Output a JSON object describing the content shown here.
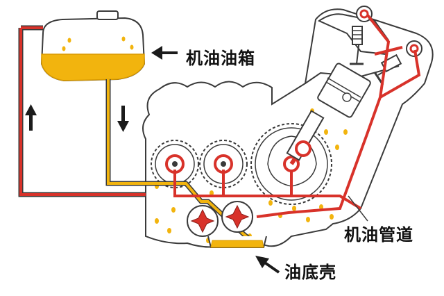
{
  "diagram": {
    "labels": {
      "oil_tank": "机油油箱",
      "oil_pipe": "机油管道",
      "oil_pan": "油底壳"
    },
    "colors": {
      "oil": "#f2b40e",
      "oil_dark": "#d99a00",
      "pressure_pipe": "#d8322a",
      "outline": "#3a3a3a",
      "body_fill": "#ffffff",
      "arrow": "#1b1b1b",
      "label_text": "#111111"
    },
    "icons": [
      "left-arrow-icon",
      "up-arrow-icon",
      "down-arrow-icon",
      "diagonal-arrow-icon"
    ]
  }
}
